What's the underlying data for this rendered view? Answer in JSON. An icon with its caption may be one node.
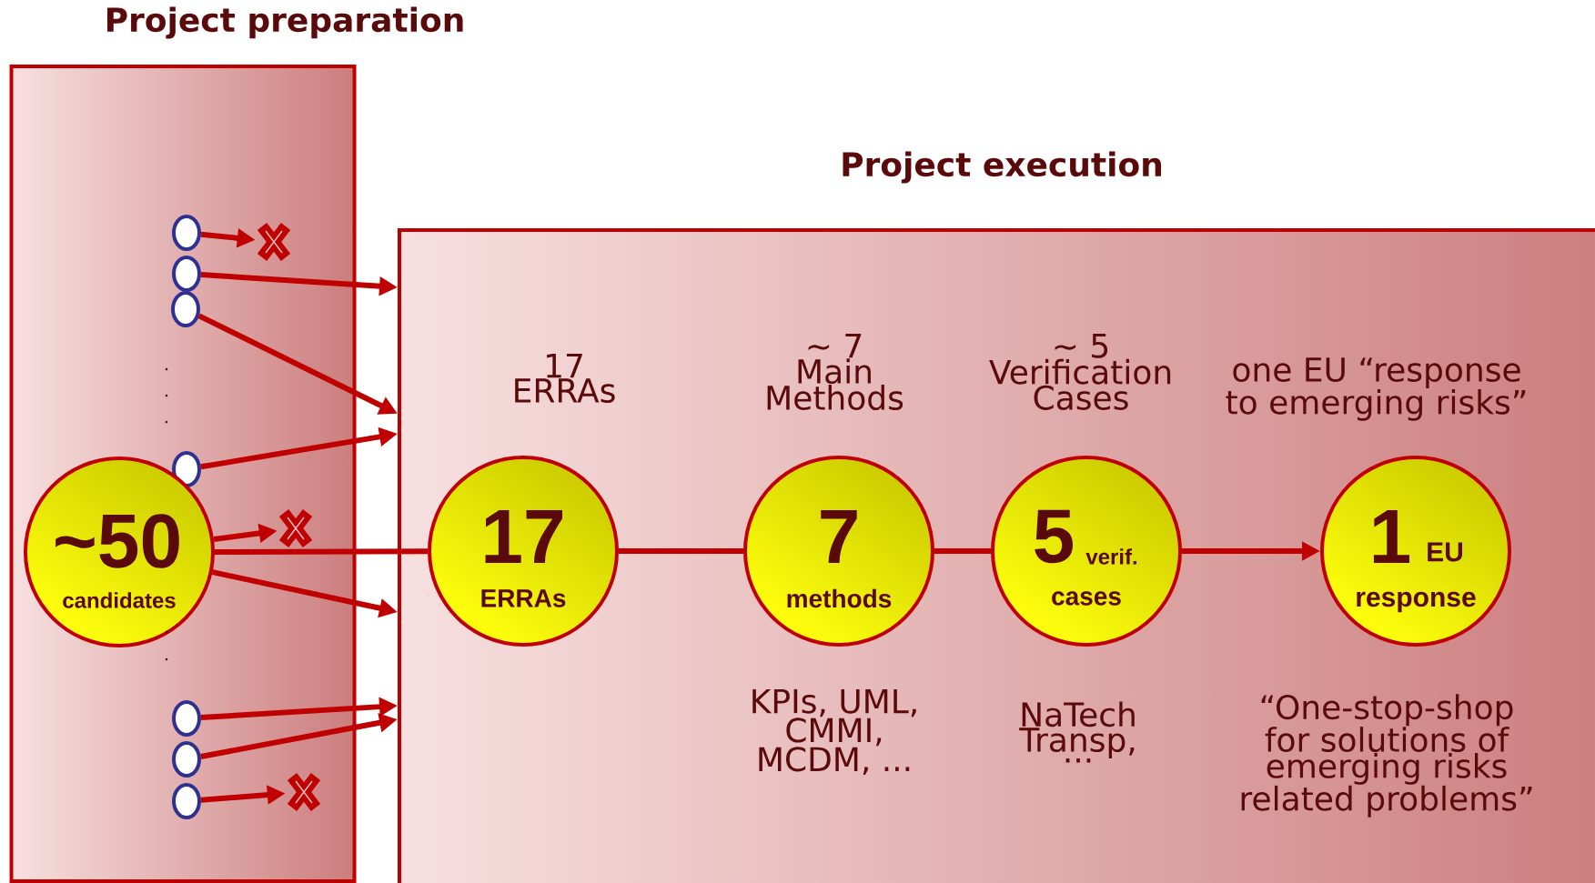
{
  "diagram": {
    "nodes": [
      {
        "text": [
          "Project preparation"
        ]
      },
      {
        "text": [],
        "shape": "ellipse",
        "in": 0
      },
      {
        "text": [],
        "shape": "cross",
        "in": 0
      },
      {
        "text": [],
        "shape": "ellipse",
        "in": 0
      },
      {
        "text": [],
        "shape": "ellipse",
        "in": 0
      },
      {
        "text": [],
        "shape": "ellipse",
        "in": 0
      },
      {
        "text": [
          "~50",
          "candidates"
        ],
        "in": 0
      },
      {
        "text": [],
        "shape": "cross",
        "in": 0
      },
      {
        "text": [],
        "shape": "ellipse",
        "in": 0
      },
      {
        "text": [],
        "shape": "ellipse",
        "in": 0
      },
      {
        "text": [],
        "shape": "ellipse",
        "in": 0
      },
      {
        "text": [],
        "shape": "cross",
        "in": 0
      },
      {
        "text": [
          "Project execution"
        ]
      },
      {
        "text": [
          "17",
          "ERRAs"
        ],
        "beside": [
          "17 ERRAs"
        ],
        "in": 12
      },
      {
        "text": [
          "7",
          "methods"
        ],
        "beside": [
          "~ 7 Main Methods",
          "KPIs, UML, CMMI, MCDM, ..."
        ],
        "in": 12
      },
      {
        "text": [
          "5",
          "verif.",
          "cases"
        ],
        "beside": [
          "~ 5 Verification Cases",
          "NaTech Transp, ..."
        ],
        "in": 12
      },
      {
        "text": [
          "1",
          "EU",
          "response"
        ],
        "beside": [
          "one EU “response to emerging risks”",
          "“One-stop-shop for solutions of emerging risks related problems”"
        ],
        "in": 12
      }
    ],
    "edges": [
      {
        "from": 1,
        "to": 2,
        "arrow": "to"
      },
      {
        "from": 3,
        "to": 12,
        "arrow": "to"
      },
      {
        "from": 4,
        "to": 12,
        "arrow": "to"
      },
      {
        "from": 5,
        "to": 12,
        "arrow": "to"
      },
      {
        "from": 6,
        "to": 7,
        "arrow": "to"
      },
      {
        "from": 6,
        "to": 13,
        "arrow": "none"
      },
      {
        "from": 6,
        "to": 12,
        "arrow": "to"
      },
      {
        "from": 8,
        "to": 12,
        "arrow": "to"
      },
      {
        "from": 9,
        "to": 12,
        "arrow": "to"
      },
      {
        "from": 10,
        "to": 11,
        "arrow": "to"
      },
      {
        "from": 13,
        "to": 14,
        "arrow": "none"
      },
      {
        "from": 14,
        "to": 15,
        "arrow": "none"
      },
      {
        "from": 15,
        "to": 16,
        "arrow": "to"
      }
    ]
  }
}
